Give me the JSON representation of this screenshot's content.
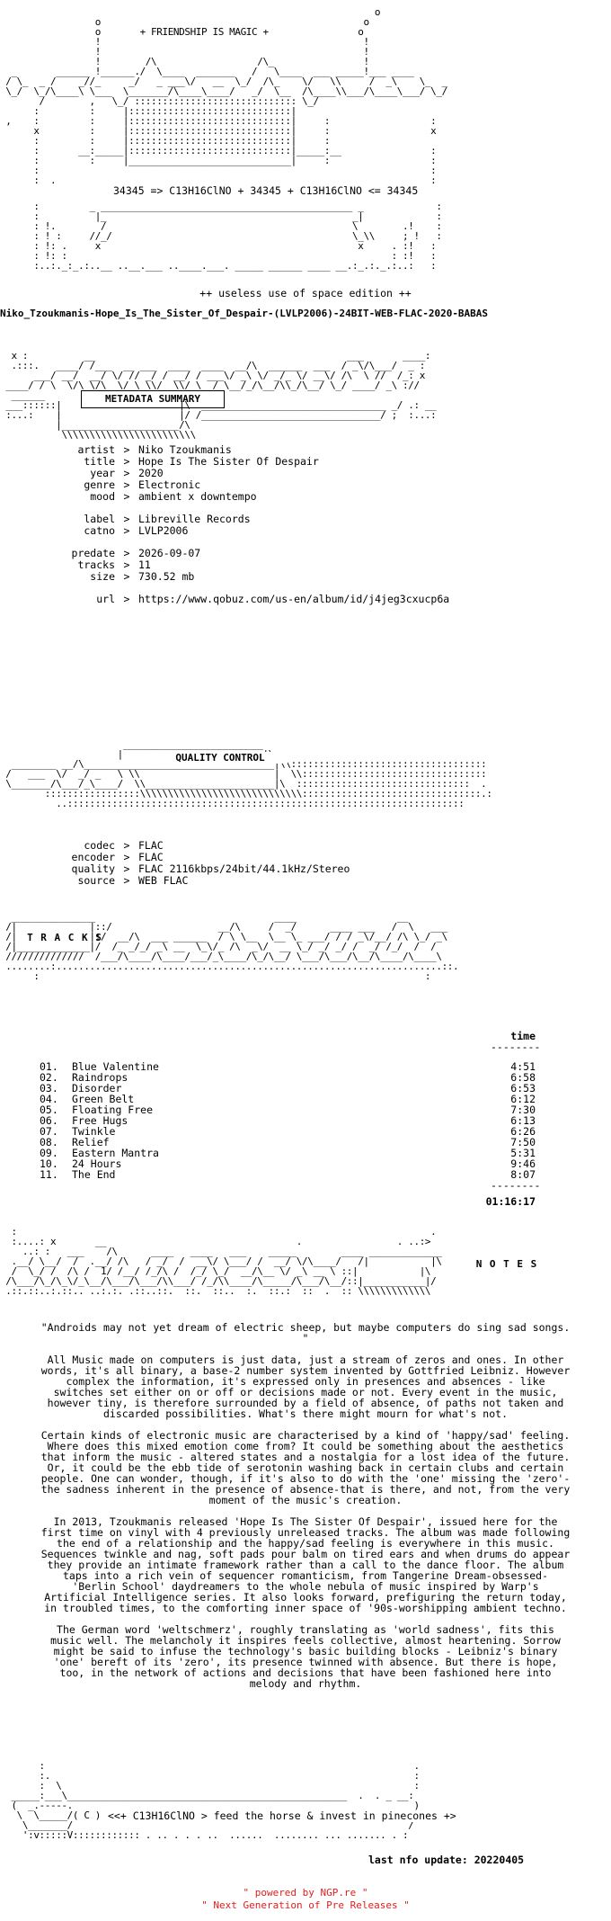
{
  "header": {
    "banner": "+ FRIENDSHIP IS MAGIC +",
    "formula": "34345 => C13H16ClNO + 34345 + C13H16ClNO <= 34345"
  },
  "edition": "++ useless use of space edition ++",
  "release_name": "Niko_Tzoukmanis-Hope_Is_The_Sister_Of_Despair-(LVLP2006)-24BIT-WEB-FLAC-2020-BABAS",
  "sections": {
    "metadata": "METADATA SUMMARY",
    "quality": "QUALITY CONTROL",
    "tracks": "T R A C K S",
    "notes": "N O T E S"
  },
  "metadata": [
    {
      "key": "artist",
      "value": "Niko Tzoukmanis"
    },
    {
      "key": "title",
      "value": "Hope Is The Sister Of Despair"
    },
    {
      "key": "year",
      "value": "2020"
    },
    {
      "key": "genre",
      "value": "Electronic"
    },
    {
      "key": "mood",
      "value": "ambient x downtempo"
    },
    {
      "key": "",
      "value": ""
    },
    {
      "key": "label",
      "value": "Libreville Records"
    },
    {
      "key": "catno",
      "value": "LVLP2006"
    },
    {
      "key": "",
      "value": ""
    },
    {
      "key": "predate",
      "value": "2026-09-07"
    },
    {
      "key": "tracks",
      "value": "11"
    },
    {
      "key": "size",
      "value": "730.52 mb"
    },
    {
      "key": "",
      "value": ""
    },
    {
      "key": "url",
      "value": "https://www.qobuz.com/us-en/album/id/j4jeg3cxucp6a"
    }
  ],
  "quality": [
    {
      "key": "codec",
      "value": "FLAC"
    },
    {
      "key": "encoder",
      "value": "FLAC"
    },
    {
      "key": "quality",
      "value": "FLAC 2116kbps/24bit/44.1kHz/Stereo"
    },
    {
      "key": "source",
      "value": "WEB FLAC"
    }
  ],
  "tracklist": {
    "time_header": "time",
    "divider": "--------",
    "items": [
      {
        "num": "01.",
        "title": "Blue Valentine",
        "time": "4:51"
      },
      {
        "num": "02.",
        "title": "Raindrops",
        "time": "6:58"
      },
      {
        "num": "03.",
        "title": "Disorder",
        "time": "6:53"
      },
      {
        "num": "04.",
        "title": "Green Belt",
        "time": "6:12"
      },
      {
        "num": "05.",
        "title": "Floating Free",
        "time": "7:30"
      },
      {
        "num": "06.",
        "title": "Free Hugs",
        "time": "6:13"
      },
      {
        "num": "07.",
        "title": "Twinkle",
        "time": "6:26"
      },
      {
        "num": "08.",
        "title": "Relief",
        "time": "7:50"
      },
      {
        "num": "09.",
        "title": "Eastern Mantra",
        "time": "5:31"
      },
      {
        "num": "10.",
        "title": "24 Hours",
        "time": "9:46"
      },
      {
        "num": "11.",
        "title": "The End",
        "time": "8:07"
      }
    ],
    "total": "01:16:17"
  },
  "notes": {
    "quote": "\"Androids may not yet dream of electric sheep, but maybe computers do sing sad songs. \"",
    "p1": "All Music made on computers is just data, just a stream of zeros and ones. In other words, it's all binary, a base-2 number system invented by Gottfried Leibniz. However complex the information, it's expressed only in presences and absences - like switches set either on or off or decisions made or not. Every event in the music, however tiny, is therefore surrounded by a field of absence, of paths not taken and discarded possibilities. What's there might mourn for what's not.",
    "p2": "Certain kinds of electronic music are characterised by a kind of 'happy/sad' feeling. Where does this mixed emotion come from? It could be something about the aesthetics that inform the music - altered states and a nostalgia for a lost idea of the future. Or, it could be the ebb tide of serotonin washing back in certain clubs and certain people. One can wonder, though, if it's also to do with the 'one' missing the 'zero'-the sadness inherent in the presence of absence-that is there, and not, from the very moment of the music's creation.",
    "p3": "In 2013, Tzoukmanis released 'Hope Is The Sister Of Despair', issued here for the first time on vinyl with 4 previously unreleased tracks. The album was made following the end of a relationship and the happy/sad feeling is everywhere in this music. Sequences twinkle and nag, soft pads pour balm on tired ears and when drums do appear they provide an intimate framework rather than a call to the dance floor. The album taps into a rich vein of sequencer romanticism, from Tangerine Dream-obsessed- 'Berlin School' daydreamers to the whole nebula of music inspired by Warp's Artificial Intelligence series. It also looks forward, prefiguring the return today, in troubled times, to the comforting inner space of '90s-worshipping ambient techno.",
    "p4": "The German word 'weltschmerz', roughly translating as 'world sadness', fits this music well. The melancholy it inspires feels collective, almost heartening. Sorrow might be said to infuse the technology's basic building blocks - Leibniz's binary 'one' bereft of its 'zero', its presence twinned with absence. But there is hope, too, in the network of actions and decisions that have been fashioned here into melody and rhythm."
  },
  "outro": {
    "tagline": "<<+ C13H16ClNO > feed the horse & invest in pinecones +>",
    "last_update": "last nfo update: 20220405"
  },
  "footer": {
    "line1": "\" powered by NGP.re \"",
    "line2": "\" Next Generation of Pre Releases \""
  }
}
